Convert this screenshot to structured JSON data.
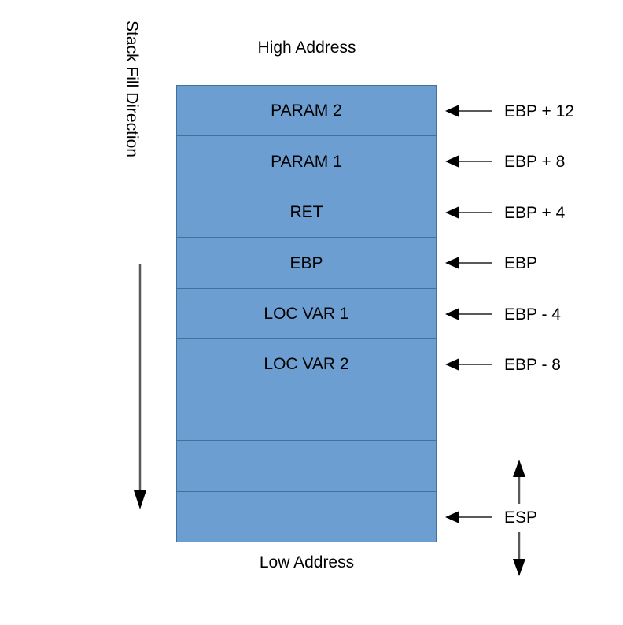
{
  "diagram": {
    "title_top": "High Address",
    "title_bottom": "Low Address",
    "fill_direction_label": "Stack Fill Direction",
    "colors": {
      "cell_fill": "#6d9ed1",
      "cell_border": "#41719c",
      "text": "#000000",
      "arrow": "#595959",
      "background": "#ffffff"
    },
    "stack_rows": [
      {
        "label": "PARAM 2"
      },
      {
        "label": "PARAM 1"
      },
      {
        "label": "RET"
      },
      {
        "label": "EBP"
      },
      {
        "label": "LOC VAR 1"
      },
      {
        "label": "LOC VAR 2"
      },
      {
        "label": ""
      },
      {
        "label": ""
      },
      {
        "label": ""
      }
    ],
    "pointers": [
      {
        "label": "EBP + 12",
        "row": 0
      },
      {
        "label": "EBP + 8",
        "row": 1
      },
      {
        "label": "EBP + 4",
        "row": 2
      },
      {
        "label": "EBP",
        "row": 3
      },
      {
        "label": "EBP - 4",
        "row": 4
      },
      {
        "label": "EBP - 8",
        "row": 5
      },
      {
        "label": "ESP",
        "row": 8
      }
    ]
  }
}
